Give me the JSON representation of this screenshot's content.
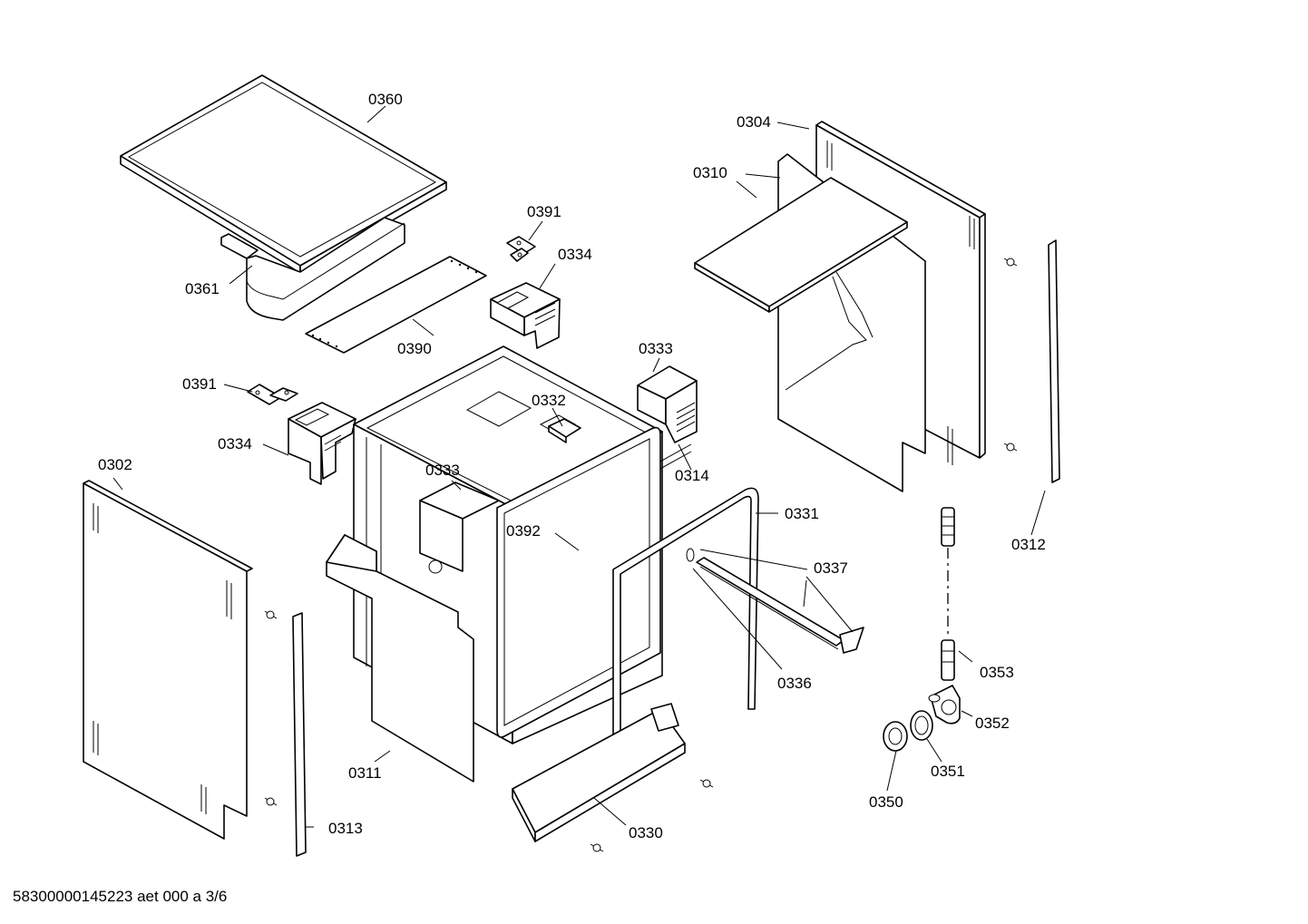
{
  "footer": {
    "drawing_id": "58300000145223 aet 000 a 3/6"
  },
  "labels": {
    "l0360": "0360",
    "l0361": "0361",
    "l0390": "0390",
    "l0391a": "0391",
    "l0334a": "0334",
    "l0391b": "0391",
    "l0334b": "0334",
    "l0333a": "0333",
    "l0332": "0332",
    "l0333b": "0333",
    "l0314": "0314",
    "l0392": "0392",
    "l0331": "0331",
    "l0337": "0337",
    "l0336": "0336",
    "l0304": "0304",
    "l0310": "0310",
    "l0312": "0312",
    "l0302": "0302",
    "l0313": "0313",
    "l0311": "0311",
    "l0330": "0330",
    "l0353": "0353",
    "l0352": "0352",
    "l0351": "0351",
    "l0350": "0350"
  }
}
